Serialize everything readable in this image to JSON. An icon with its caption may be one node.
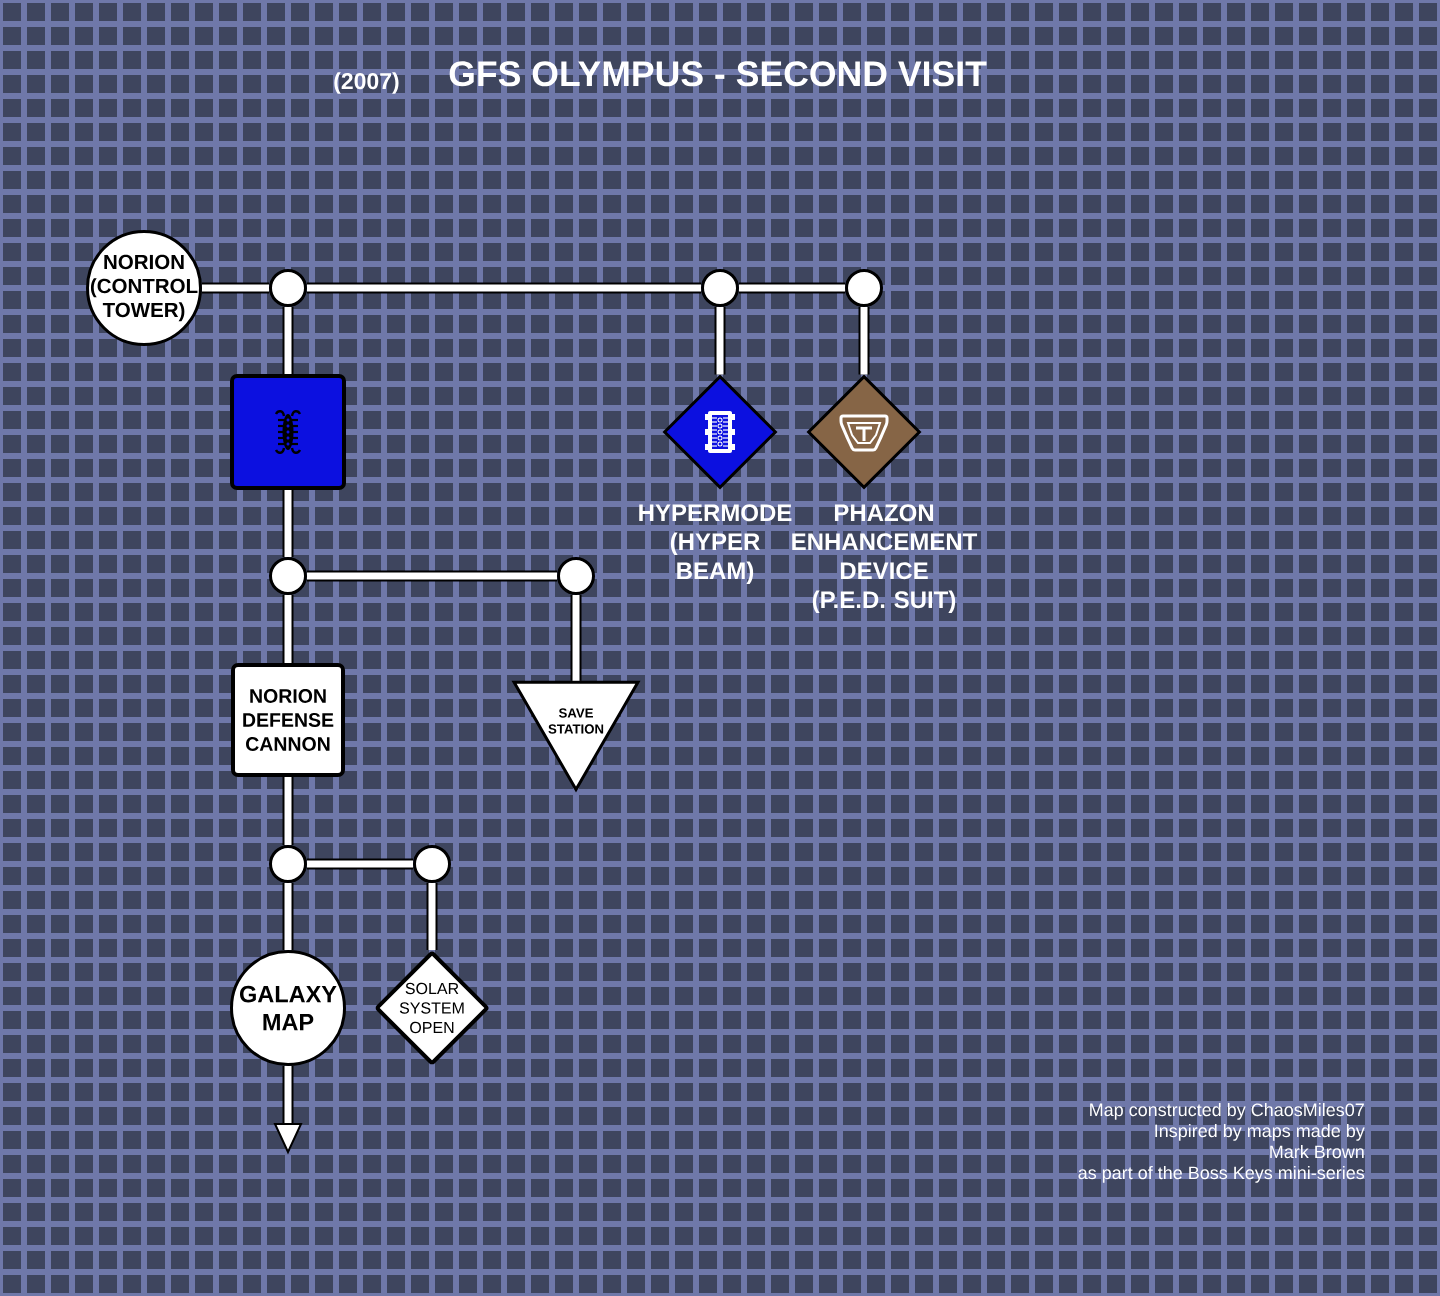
{
  "diagram": {
    "title": "GFS OLYMPUS - SECOND VISIT",
    "nodes": [
      {
        "text": [
          "NORION (CONTROL TOWER)"
        ]
      },
      {
        "text": [],
        "shape": "circle"
      },
      {
        "text": [],
        "shape": "circle"
      },
      {
        "text": [],
        "shape": "circle"
      },
      {
        "text": [],
        "shape": "box"
      },
      {
        "text": [
          "HYPERMODE (HYPER BEAM)"
        ]
      },
      {
        "text": [
          "PHAZON ENHANCEMENT DEVICE (P.E.D. SUIT)"
        ]
      },
      {
        "text": [],
        "shape": "circle"
      },
      {
        "text": [],
        "shape": "circle"
      },
      {
        "text": [
          "NORION DEFENSE CANNON"
        ]
      },
      {
        "text": [
          "SAVE STATION"
        ]
      },
      {
        "text": [],
        "shape": "circle"
      },
      {
        "text": [],
        "shape": "circle"
      },
      {
        "text": [
          "GALAXY MAP"
        ]
      },
      {
        "text": [
          "SOLAR SYSTEM OPEN"
        ]
      }
    ],
    "edges": [
      {
        "from": 0,
        "to": 1,
        "arrow": "none"
      },
      {
        "from": 1,
        "to": 2,
        "arrow": "none"
      },
      {
        "from": 2,
        "to": 3,
        "arrow": "none"
      },
      {
        "from": 1,
        "to": 4,
        "arrow": "none"
      },
      {
        "from": 2,
        "to": 5,
        "arrow": "none"
      },
      {
        "from": 3,
        "to": 6,
        "arrow": "none"
      },
      {
        "from": 4,
        "to": 7,
        "arrow": "none"
      },
      {
        "from": 7,
        "to": 8,
        "arrow": "none"
      },
      {
        "from": 7,
        "to": 9,
        "arrow": "none"
      },
      {
        "from": 8,
        "to": 10,
        "arrow": "none"
      },
      {
        "from": 9,
        "to": 11,
        "arrow": "none"
      },
      {
        "from": 11,
        "to": 12,
        "arrow": "none"
      },
      {
        "from": 11,
        "to": 13,
        "arrow": "none"
      },
      {
        "from": 12,
        "to": 14,
        "arrow": "none"
      },
      {
        "from": 13,
        "to": null,
        "arrow": "to"
      }
    ],
    "labels": [
      "(2007)",
      "Map constructed by ChaosMiles07",
      "Inspired by maps made by",
      "Mark Brown",
      "as part of the Boss Keys mini-series"
    ]
  }
}
